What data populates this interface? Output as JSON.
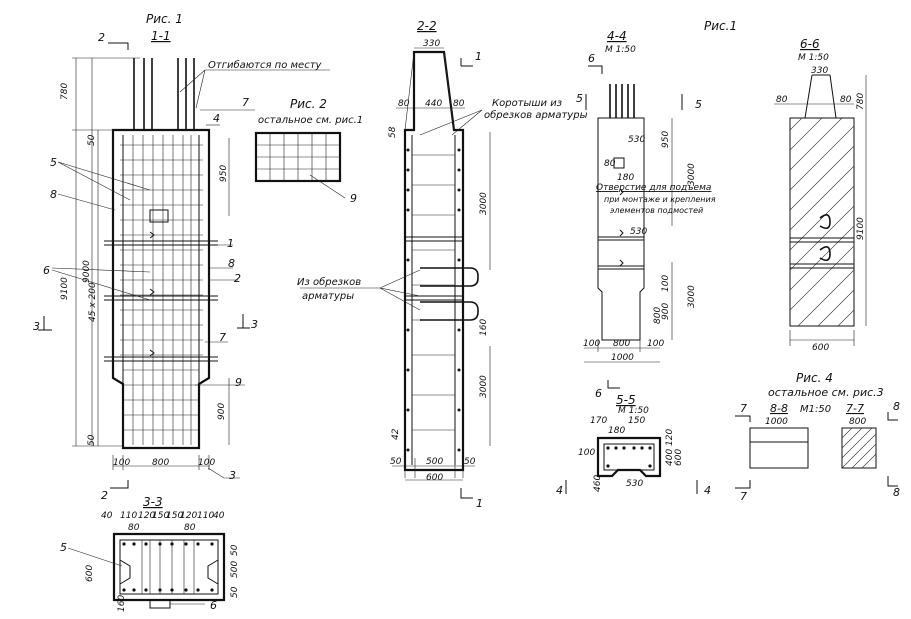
{
  "labels": {
    "fig1_top": "Рис. 1",
    "fig1_right": "Рис.1",
    "fig2_title": "Рис. 2",
    "fig2_note": "остальное см. рис.1",
    "fig4_title": "Рис. 4",
    "fig4_note": "остальное см. рис.3",
    "sec_1_1": "1-1",
    "sec_2_2": "2-2",
    "sec_3_3": "3-3",
    "sec_4_4": "4-4",
    "sec_5_5": "5-5",
    "sec_6_6": "6-6",
    "sec_7_7": "7-7",
    "sec_8_8": "8-8",
    "scale_150": "М 1:50",
    "scale_m150": "М1:50",
    "note_bent": "Отгибаются по месту",
    "note_short_1": "Коротыши из",
    "note_short_2": "обрезков арматуры",
    "note_scraps_1": "Из обрезков",
    "note_scraps_2": "арматуры",
    "note_hole_1": "Отверстие для подъема",
    "note_hole_2": "при монтаже и крепления",
    "note_hole_3": "элементов подмостей"
  },
  "cut_marks": {
    "n1": "1",
    "n2": "2",
    "n3": "3",
    "n4": "4",
    "n5": "5",
    "n6": "6",
    "n7": "7",
    "n8": "8",
    "n9": "9"
  },
  "callouts": {
    "c4": "4",
    "c5": "5",
    "c6": "6",
    "c7": "7",
    "c8": "8",
    "c9": "9",
    "c1": "1",
    "c2": "2",
    "c3": "3",
    "c5b": "5",
    "c6b": "6"
  },
  "dims": {
    "d780": "780",
    "d50": "50",
    "d950": "950",
    "d9000": "9000",
    "d9100": "9100",
    "d45x200": "45 x 200",
    "d900": "900",
    "d800": "800",
    "d100": "100",
    "d330": "330",
    "d80": "80",
    "d440": "440",
    "d58": "58",
    "d3000": "3000",
    "d160": "160",
    "d42": "42",
    "d500": "500",
    "d600": "600",
    "d530": "530",
    "d180": "180",
    "d1000": "1000",
    "d40": "40",
    "d110": "110",
    "d120": "120",
    "d150": "150",
    "d170": "170",
    "d400": "400",
    "d460": "460"
  }
}
